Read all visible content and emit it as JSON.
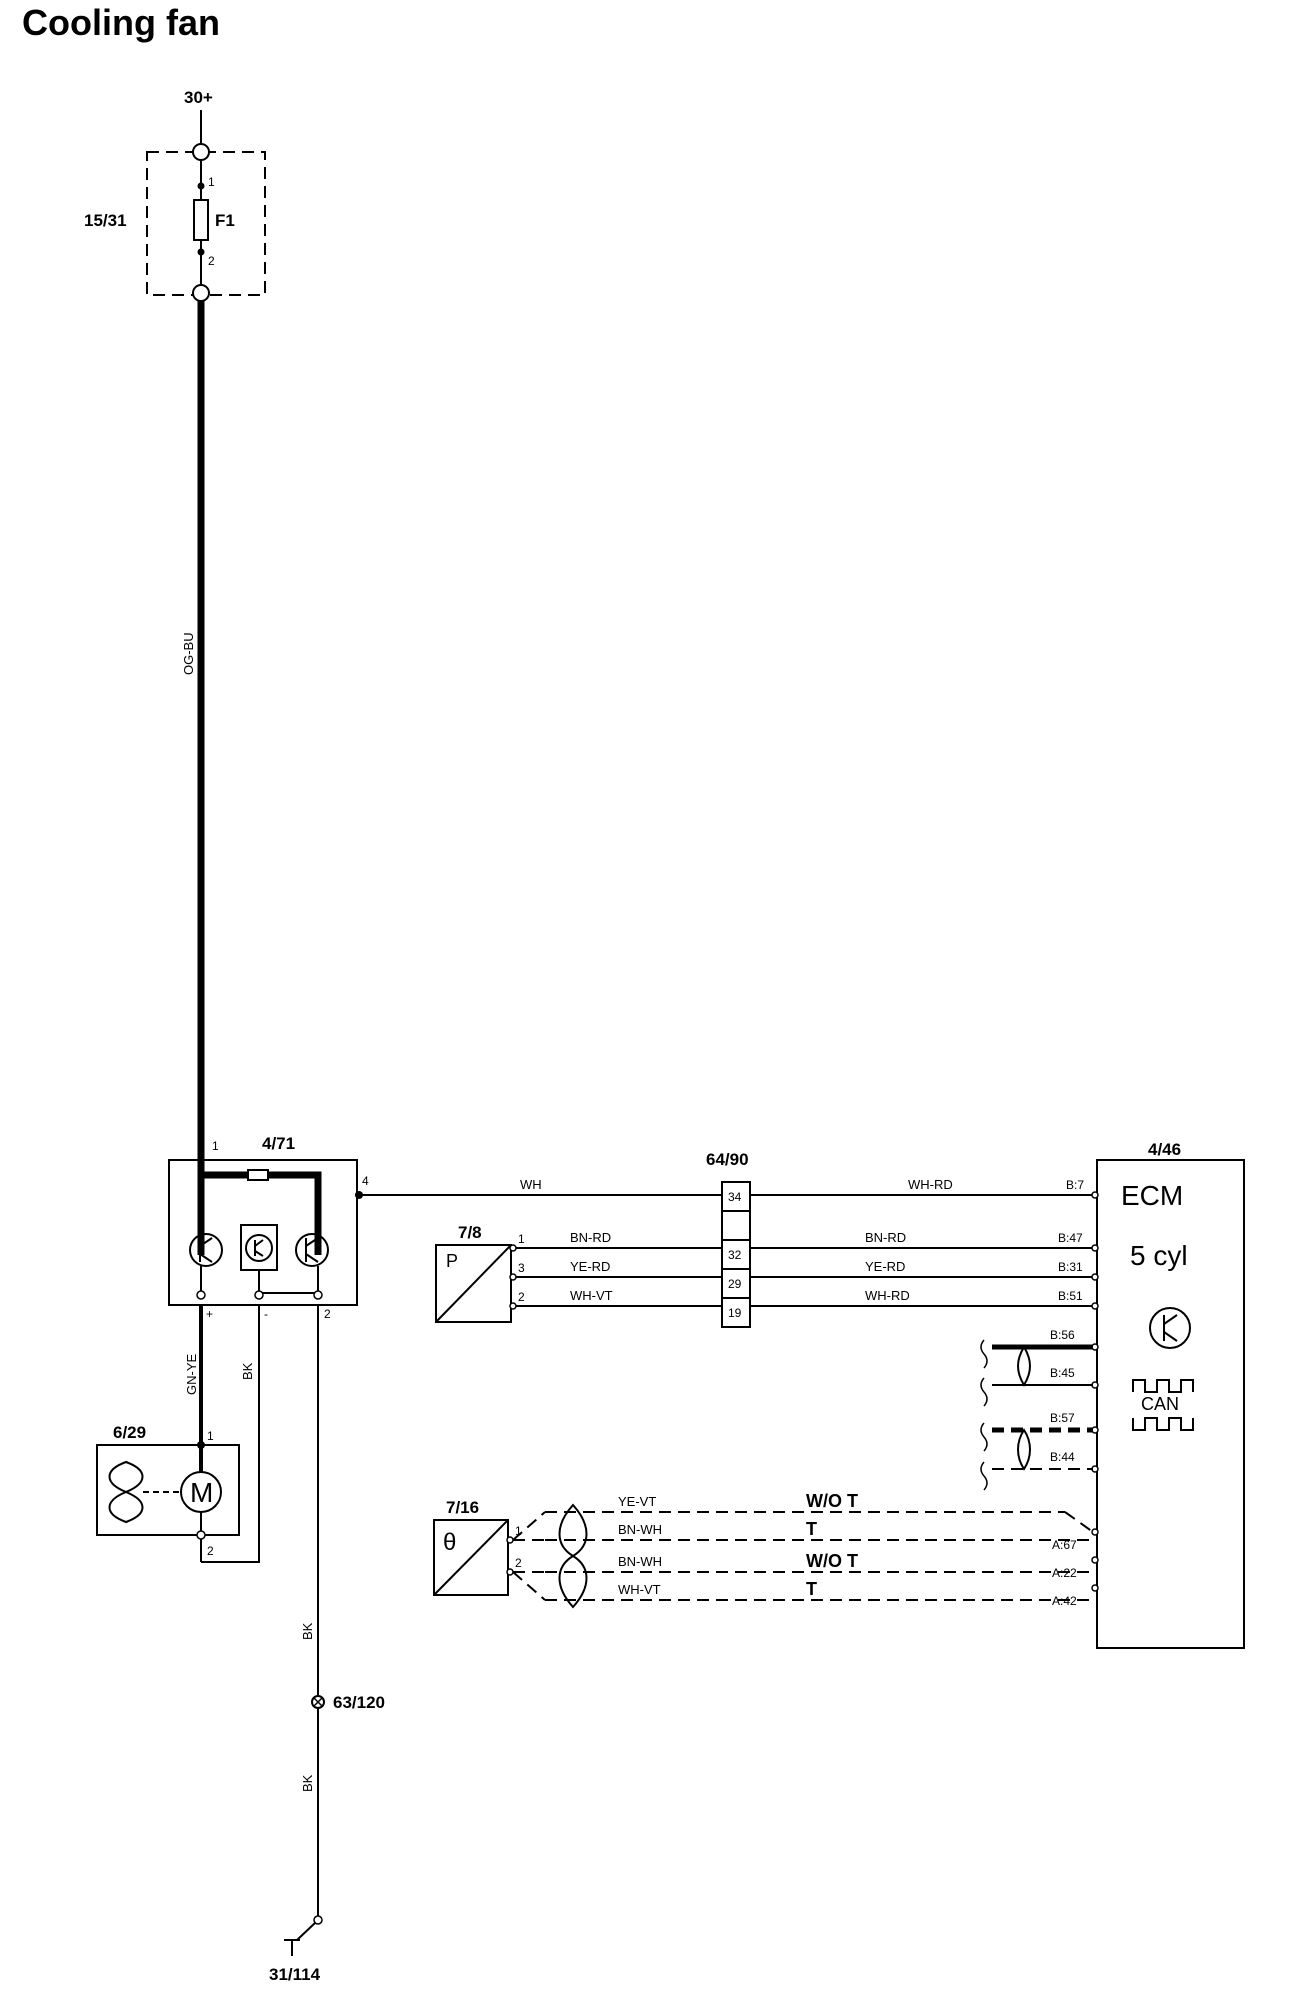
{
  "title": "Cooling fan",
  "components": {
    "supply": "30+",
    "fuse_box": "15/31",
    "fuse": "F1",
    "fuse_pin1": "1",
    "fuse_pin2": "2",
    "fan_control": "4/71",
    "fan_control_pin1": "1",
    "fan_control_pin2": "2",
    "fan_control_pin4": "4",
    "plus_sign": "+",
    "minus_sign": "-",
    "connector": "64/90",
    "ecm": "4/46",
    "ecm_label": "ECM",
    "ecm_variant": "5 cyl",
    "can_label": "CAN",
    "pressure_sensor": "7/8",
    "pressure_sensor_symbol": "P",
    "fan_motor": "6/29",
    "motor_symbol": "M",
    "motor_pin1": "1",
    "motor_pin2": "2",
    "temp_sensor": "7/16",
    "temp_symbol": "θ",
    "ground_point": "63/120",
    "ground": "31/114"
  },
  "wires": {
    "supply_color": "OG-BU",
    "motor_plus_color": "GN-YE",
    "motor_minus_color": "BK",
    "ground_color_upper": "BK",
    "ground_color_lower": "BK",
    "pin4_left": "WH",
    "pin4_right": "WH-RD",
    "ps1_left": "BN-RD",
    "ps1_right": "BN-RD",
    "ps3_left": "YE-RD",
    "ps3_right": "YE-RD",
    "ps2_left": "WH-VT",
    "ps2_right": "WH-RD",
    "ts_a": "YE-VT",
    "ts_b": "BN-WH",
    "ts_c": "BN-WH",
    "ts_d": "WH-VT"
  },
  "connector_pins": [
    "34",
    "",
    "32",
    "29",
    "19"
  ],
  "ecm_pins": {
    "b7": "B:7",
    "b47": "B:47",
    "b31": "B:31",
    "b51": "B:51",
    "b56": "B:56",
    "b45": "B:45",
    "b57": "B:57",
    "b44": "B:44",
    "a67": "A:67",
    "a22": "A:22",
    "a42": "A:42"
  },
  "sensor_pins": {
    "ps_pin1": "1",
    "ps_pin3": "3",
    "ps_pin2": "2",
    "ts_pin1": "1",
    "ts_pin2": "2"
  },
  "variants": {
    "v1": "W/O T",
    "v2": "T",
    "v3": "W/O T",
    "v4": "T"
  }
}
